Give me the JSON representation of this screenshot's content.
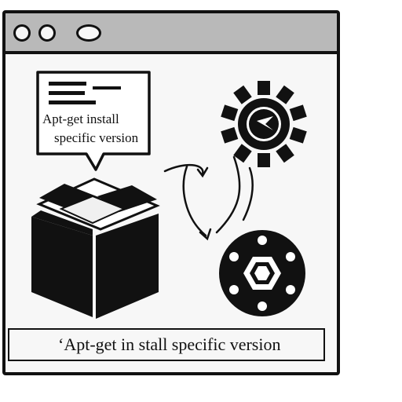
{
  "window": {
    "controls": [
      "close",
      "minimize",
      "zoom"
    ]
  },
  "bubble": {
    "line1": "Apt-get install",
    "line2": "specific version"
  },
  "caption": {
    "text": "‘Apt-get in stall specific version"
  },
  "icons": {
    "bubble_lines": "text-lines-icon",
    "package": "open-box-icon",
    "top_gear": "gear-play-icon",
    "bottom_gear": "hex-nut-gear-icon",
    "arrows": "cycle-arrows-icon"
  }
}
